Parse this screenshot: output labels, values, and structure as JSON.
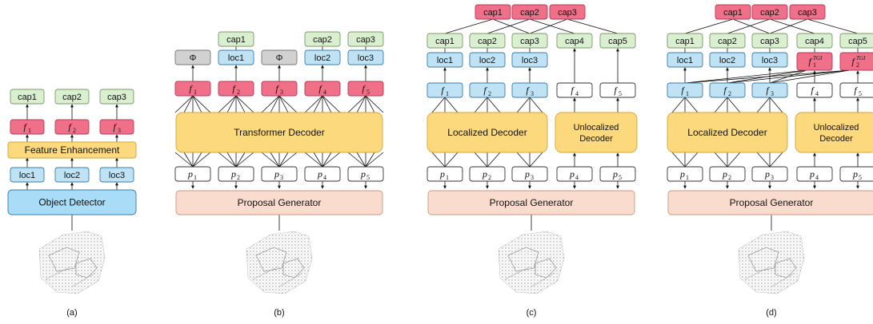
{
  "colors": {
    "cap_fill": "#d9efcf",
    "cap_stroke": "#7a9a6a",
    "loc_fill": "#bfe2f5",
    "loc_stroke": "#3b7ca8",
    "feat_fill": "#f0708a",
    "feat_stroke": "#b33a56",
    "decoder_fill": "#fbd97c",
    "decoder_stroke": "#d3a63a",
    "proposal_fill": "#f9dccd",
    "proposal_stroke": "#c99a82",
    "detector_fill": "#a9dcf6",
    "detector_stroke": "#3b7ca8",
    "phi_fill": "#d1d1d1",
    "phi_stroke": "#777777",
    "plain_fill": "#ffffff",
    "plain_stroke": "#333333"
  },
  "panel_a": {
    "caps": [
      "cap1",
      "cap2",
      "cap3"
    ],
    "feats": [
      {
        "base": "f",
        "sub": "1"
      },
      {
        "base": "f",
        "sub": "2"
      },
      {
        "base": "f",
        "sub": "3"
      }
    ],
    "enhancement": "Feature Enhancement",
    "locs": [
      "loc1",
      "loc2",
      "loc3"
    ],
    "detector": "Object Detector",
    "label": "(a)"
  },
  "panel_b": {
    "top_caps": [
      "cap1",
      "cap2",
      "cap3"
    ],
    "outputs": [
      "Φ",
      "loc1",
      "Φ",
      "loc2",
      "loc3"
    ],
    "feats": [
      {
        "base": "f",
        "sub": "1"
      },
      {
        "base": "f",
        "sub": "2"
      },
      {
        "base": "f",
        "sub": "3"
      },
      {
        "base": "f",
        "sub": "4"
      },
      {
        "base": "f",
        "sub": "5"
      }
    ],
    "decoder": "Transformer Decoder",
    "proposals": [
      {
        "base": "p",
        "sub": "1"
      },
      {
        "base": "p",
        "sub": "2"
      },
      {
        "base": "p",
        "sub": "3"
      },
      {
        "base": "p",
        "sub": "4"
      },
      {
        "base": "p",
        "sub": "5"
      }
    ],
    "generator": "Proposal Generator",
    "label": "(b)"
  },
  "panel_c": {
    "top_caps": [
      "cap1",
      "cap2",
      "cap3"
    ],
    "caps": [
      "cap1",
      "cap2",
      "cap3",
      "cap4",
      "cap5"
    ],
    "locs": [
      "loc1",
      "loc2",
      "loc3"
    ],
    "feats": [
      {
        "base": "f",
        "sub": "1"
      },
      {
        "base": "f",
        "sub": "2"
      },
      {
        "base": "f",
        "sub": "3"
      },
      {
        "base": "f",
        "sub": "4"
      },
      {
        "base": "f",
        "sub": "5"
      }
    ],
    "localized": "Localized Decoder",
    "unlocalized_1": "Unlocalized",
    "unlocalized_2": "Decoder",
    "proposals": [
      {
        "base": "p",
        "sub": "1"
      },
      {
        "base": "p",
        "sub": "2"
      },
      {
        "base": "p",
        "sub": "3"
      },
      {
        "base": "p",
        "sub": "4"
      },
      {
        "base": "p",
        "sub": "5"
      }
    ],
    "generator": "Proposal Generator",
    "label": "(c)"
  },
  "panel_d": {
    "top_caps": [
      "cap1",
      "cap2",
      "cap3"
    ],
    "caps": [
      "cap1",
      "cap2",
      "cap3",
      "cap4",
      "cap5"
    ],
    "locs": [
      "loc1",
      "loc2",
      "loc3"
    ],
    "tgi": [
      {
        "base": "f",
        "sub": "1",
        "sup": "TGI"
      },
      {
        "base": "f",
        "sub": "2",
        "sup": "TGI"
      }
    ],
    "feats": [
      {
        "base": "f",
        "sub": "1"
      },
      {
        "base": "f",
        "sub": "2"
      },
      {
        "base": "f",
        "sub": "3"
      },
      {
        "base": "f",
        "sub": "4"
      },
      {
        "base": "f",
        "sub": "5"
      }
    ],
    "localized": "Localized Decoder",
    "unlocalized_1": "Unlocalized",
    "unlocalized_2": "Decoder",
    "proposals": [
      {
        "base": "p",
        "sub": "1"
      },
      {
        "base": "p",
        "sub": "2"
      },
      {
        "base": "p",
        "sub": "3"
      },
      {
        "base": "p",
        "sub": "4"
      },
      {
        "base": "p",
        "sub": "5"
      }
    ],
    "generator": "Proposal Generator",
    "label": "(d)"
  }
}
